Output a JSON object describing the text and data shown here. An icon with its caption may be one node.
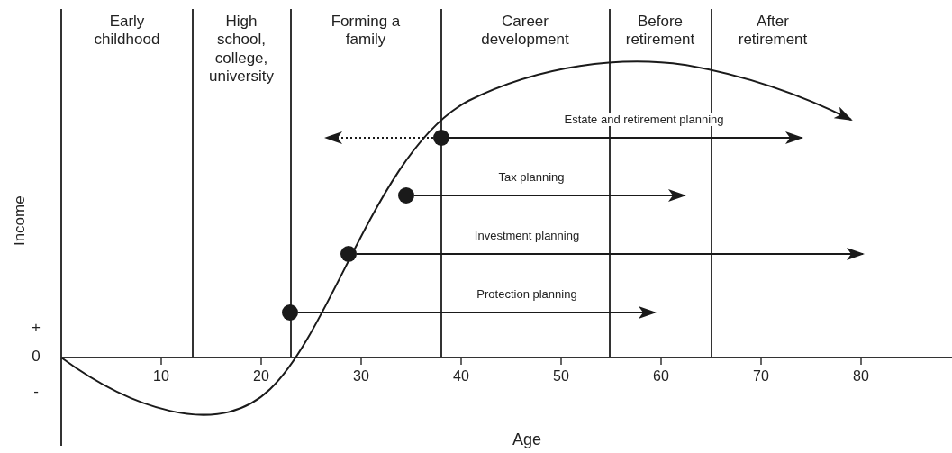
{
  "diagram": {
    "nodes": [
      {
        "text": [],
        "shape": "circle"
      },
      {
        "text": [],
        "shape": "circle"
      },
      {
        "text": [],
        "shape": "circle"
      },
      {
        "text": [],
        "shape": "circle"
      }
    ],
    "edges": [
      {
        "from": 0,
        "to": null,
        "arrow": "to",
        "label": "Estate and retirement planning"
      },
      {
        "from": 0,
        "to": null,
        "arrow": "to",
        "style": "dashed"
      },
      {
        "from": 1,
        "to": null,
        "arrow": "to",
        "label": "Tax planning"
      },
      {
        "from": 2,
        "to": null,
        "arrow": "to",
        "label": "Investment planning"
      },
      {
        "from": 3,
        "to": null,
        "arrow": "to",
        "label": "Protection planning"
      }
    ],
    "labels": [
      "Early childhood",
      "High school, college, university",
      "Forming a family",
      "Career development",
      "Before retirement",
      "After retirement",
      "Income",
      "+",
      "0",
      "-",
      "10",
      "20",
      "30",
      "40",
      "50",
      "60",
      "70",
      "80",
      "Age"
    ]
  }
}
